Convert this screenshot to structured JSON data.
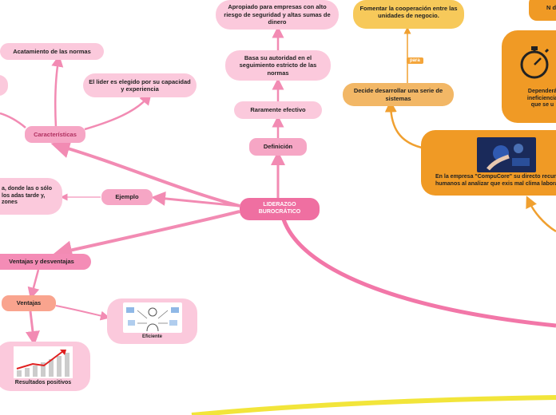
{
  "nodes": {
    "center": "LIDERAZGO BUROCRÁTICO",
    "definicion": "Definición",
    "raramente": "Raramente efectivo",
    "basa": "Basa su autoridad en el seguimiento estricto de las normas",
    "apropiado": "Apropiado para empresas con alto riesgo de seguridad y altas sumas de dinero",
    "caracteristicas": "Características",
    "acatamiento": "Acatamiento de las normas",
    "lider": "El lider es elegido por su capacidad y experiencia",
    "ejemplo": "Ejemplo",
    "ejemplo_text": "a, donde las o sólo los adas tarde y, zones",
    "ventajas_desventajas": "Ventajas y desventajas",
    "ventajas": "Ventajas",
    "eficiente": "Eficiente",
    "resultados": "Resultados positivos",
    "decide": "Decide desarrollar una serie de sistemas",
    "para": "para",
    "fomentar": "Fomentar la cooperación entre las unidades de negocio.",
    "empresa": "En la empresa \"CompuCore\" su directo recursos humanos al analizar que exis mal clima laboral.",
    "dependera": "Dependerá ineficiencia que se u",
    "top_right": "N diá"
  },
  "icons": {
    "timer": "stopwatch-icon",
    "eficiente_img": "multitasking-person-illustration",
    "resultados_img": "growth-bar-chart-illustration",
    "empresa_img": "tech-hand-photo"
  },
  "colors": {
    "pink_strong": "#ef6fa1",
    "pink_mid": "#f6a6c5",
    "pink_light": "#fbc9dc",
    "orange": "#f09a25",
    "orange_light": "#f2b766",
    "yellow": "#f7c95a"
  }
}
